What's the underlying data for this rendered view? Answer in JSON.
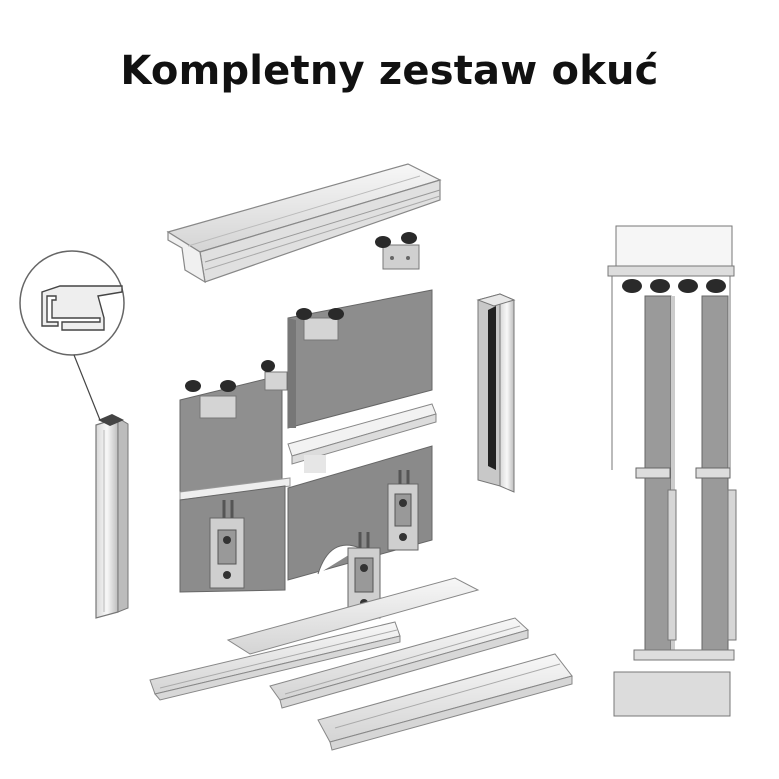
{
  "header": {
    "title": "Kompletny zestaw okuć"
  },
  "colors": {
    "panel": "#8c8c8c",
    "panel_edge": "#6e6e6e",
    "rail": "#e6e6e6",
    "rail_stroke": "#8a8a8a",
    "wheel": "#2a2a2a",
    "bracket": "#c8c8c8",
    "line": "#555555"
  },
  "parts": {
    "top_rail": "top-rail",
    "bottom_rails": "bottom-rails",
    "door_panels": "door-panels",
    "side_profile_left": "side-profile-left",
    "side_profile_right": "side-profile-right",
    "profile_detail": "profile-detail-magnifier",
    "section_view": "cross-section-view"
  }
}
